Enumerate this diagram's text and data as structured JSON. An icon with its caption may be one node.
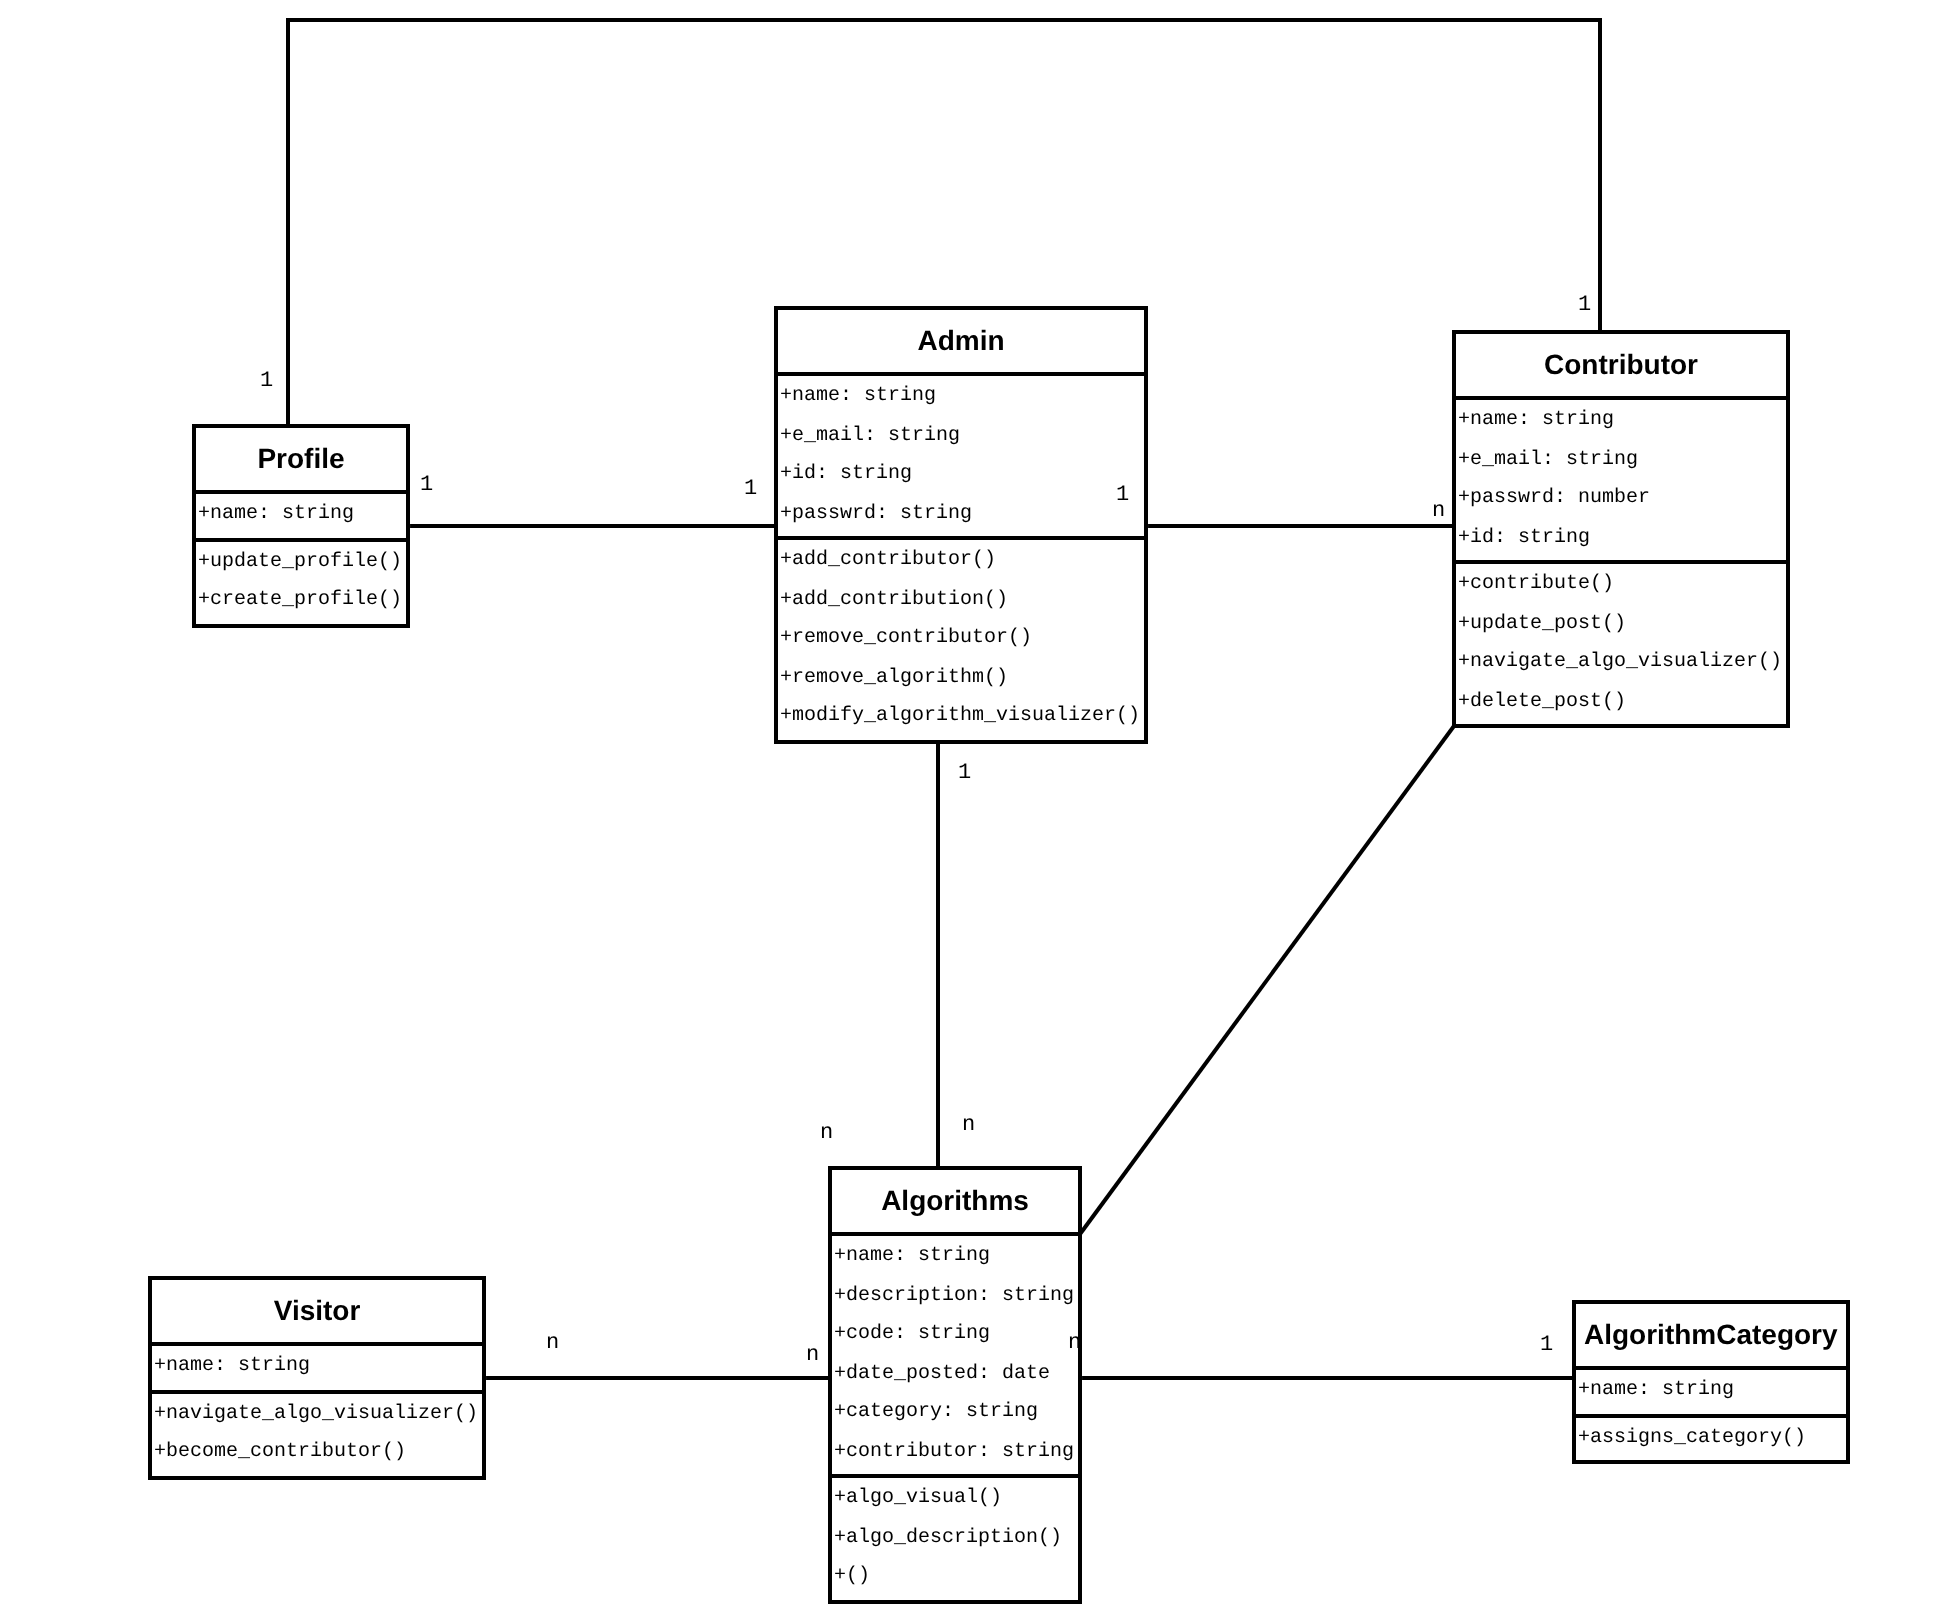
{
  "diagram": {
    "nodes": [
      {
        "text": [
          "Profile"
        ]
      },
      {
        "text": [
          "+name: string"
        ],
        "in": 0
      },
      {
        "text": [
          "+update_profile()",
          "+create_profile()"
        ],
        "in": 0
      },
      {
        "text": [
          "Admin"
        ]
      },
      {
        "text": [
          "+name: string",
          "+e_mail: string",
          "+id: string",
          "+passwrd: string"
        ],
        "in": 3
      },
      {
        "text": [
          "+add_contributor()",
          "+add_contribution()",
          "+remove_contributor()",
          "+remove_algorithm()",
          "+modify_algorithm_visualizer()"
        ],
        "in": 3
      },
      {
        "text": [
          "Contributor"
        ]
      },
      {
        "text": [
          "+name: string",
          "+e_mail: string",
          "+passwrd: number",
          "+id: string"
        ],
        "in": 6
      },
      {
        "text": [
          "+contribute()",
          "+update_post()",
          "+navigate_algo_visualizer()",
          "+delete_post()"
        ],
        "in": 6
      },
      {
        "text": [
          "Visitor"
        ]
      },
      {
        "text": [
          "+name: string"
        ],
        "in": 9
      },
      {
        "text": [
          "+navigate_algo_visualizer()",
          "+become_contributor()"
        ],
        "in": 9
      },
      {
        "text": [
          "Algorithms"
        ]
      },
      {
        "text": [
          "+name: string",
          "+description: string",
          "+code: string",
          "+date_posted: date",
          "+category: string",
          "+contributor: string"
        ],
        "in": 12
      },
      {
        "text": [
          "+algo_visual()",
          "+algo_description()",
          "+()"
        ],
        "in": 12
      },
      {
        "text": [
          "AlgorithmCategory"
        ]
      },
      {
        "text": [
          "+name: string"
        ],
        "in": 15
      },
      {
        "text": [
          "+assigns_category()"
        ],
        "in": 15
      }
    ],
    "edges": [
      {
        "from": 0,
        "to": 6,
        "arrow": "none"
      },
      {
        "from": 0,
        "to": 3,
        "arrow": "none"
      },
      {
        "from": 3,
        "to": 6,
        "arrow": "none"
      },
      {
        "from": 3,
        "to": 12,
        "arrow": "none"
      },
      {
        "from": 6,
        "to": 12,
        "arrow": "none"
      },
      {
        "from": 9,
        "to": 12,
        "arrow": "none"
      },
      {
        "from": 12,
        "to": 15,
        "arrow": "none"
      }
    ],
    "labels": [
      "1",
      "1",
      "1",
      "1",
      "1",
      "n",
      "1",
      "n",
      "n",
      "n",
      "n",
      "1",
      "n"
    ]
  }
}
